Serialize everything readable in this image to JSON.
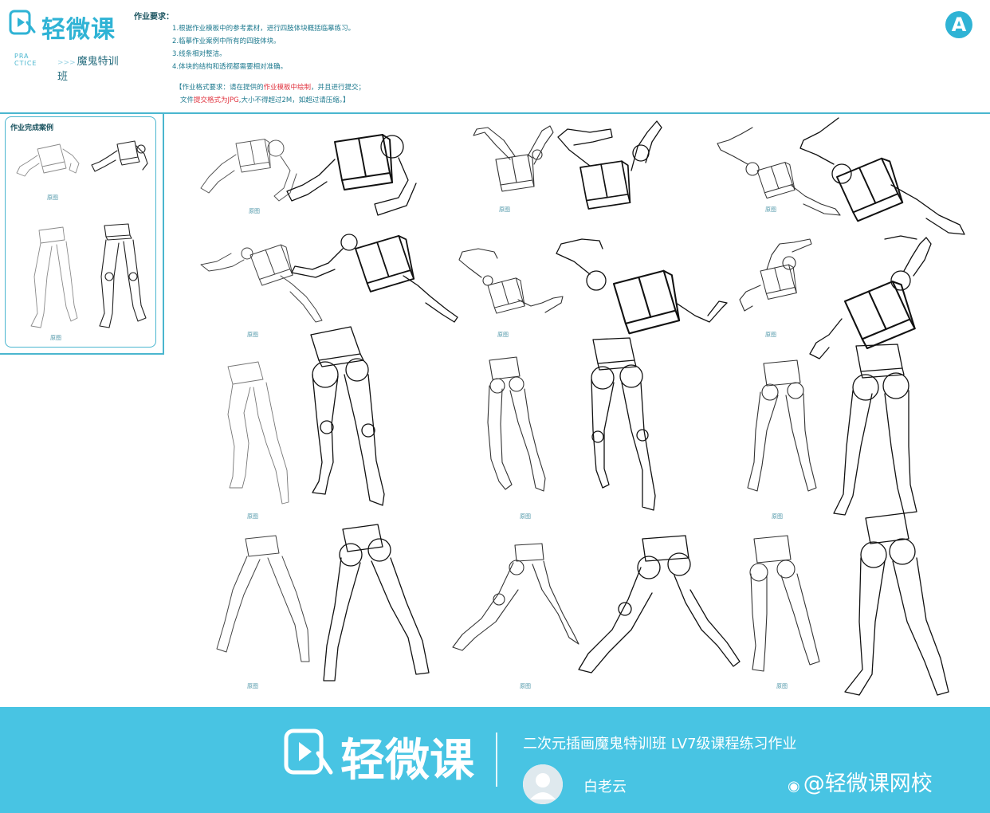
{
  "brand": {
    "name": "轻微课",
    "practice_line1": "PRA",
    "practice_line2": "CTICE",
    "arrows": ">>>",
    "subtitle": "魔鬼特训班"
  },
  "requirements": {
    "title": "作业要求：",
    "items": [
      "1.根据作业模板中的参考素材，进行四肢体块概括临摹练习。",
      "2.临摹作业案例中所有的四肢体块。",
      "3.线条相对整洁。",
      "4.体块的结构和透视都需要相对准确。"
    ],
    "format": {
      "line1_a": "【作业格式要求：请在提供的",
      "line1_red": "作业模板中绘制",
      "line1_b": "，并且进行提交；",
      "line2_a": "文件",
      "line2_red": "提交格式为JPG",
      "line2_b": ",大小不得超过2M，如超过请压缩。】"
    }
  },
  "badge": "A",
  "example": {
    "title": "作业完成案例",
    "captions": [
      "原图",
      "原图"
    ]
  },
  "captions": {
    "row1": [
      "原图",
      "原图",
      "原图"
    ],
    "row2": [
      "原图",
      "原图",
      "原图"
    ],
    "row3": [
      "原图",
      "原图",
      "原图"
    ],
    "row4": [
      "原图",
      "原图",
      "原图"
    ]
  },
  "footer": {
    "brand": "轻微课",
    "course": "二次元插画魔鬼特训班 LV7级课程练习作业",
    "teacher": "白老云",
    "watermark": "@轻微课网校"
  },
  "colors": {
    "accent": "#2fb3d5",
    "footer_bg": "#48c4e3",
    "text_teal": "#1e7a8f",
    "highlight_red": "#e0323e"
  }
}
